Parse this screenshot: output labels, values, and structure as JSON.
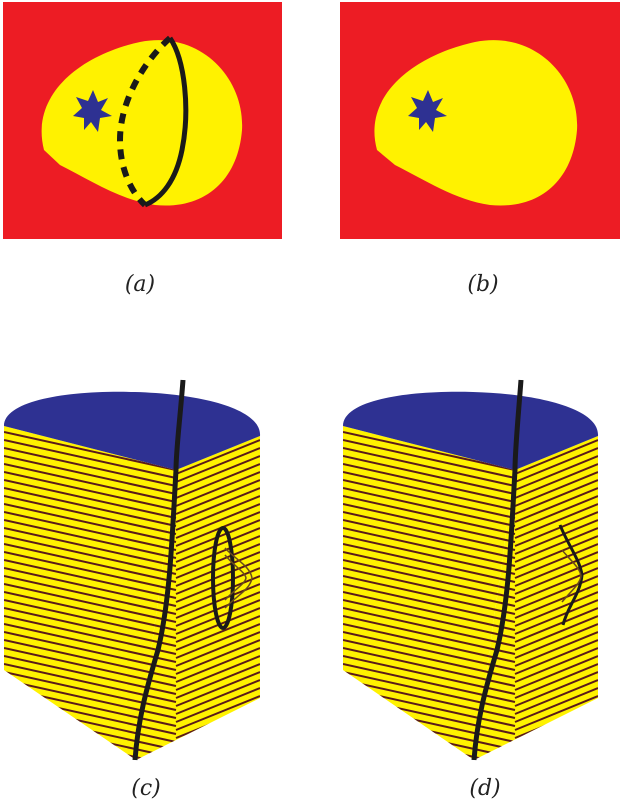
{
  "colors": {
    "background_red": "#ed1c24",
    "blob_yellow": "#fff200",
    "star_blue": "#2e3192",
    "line_black": "#1a1a1a",
    "stripe_dark": "#5a1a1a"
  },
  "panels": [
    {
      "id": "a",
      "caption": "(a)"
    },
    {
      "id": "b",
      "caption": "(b)"
    },
    {
      "id": "c",
      "caption": "(c)"
    },
    {
      "id": "d",
      "caption": "(d)"
    }
  ]
}
